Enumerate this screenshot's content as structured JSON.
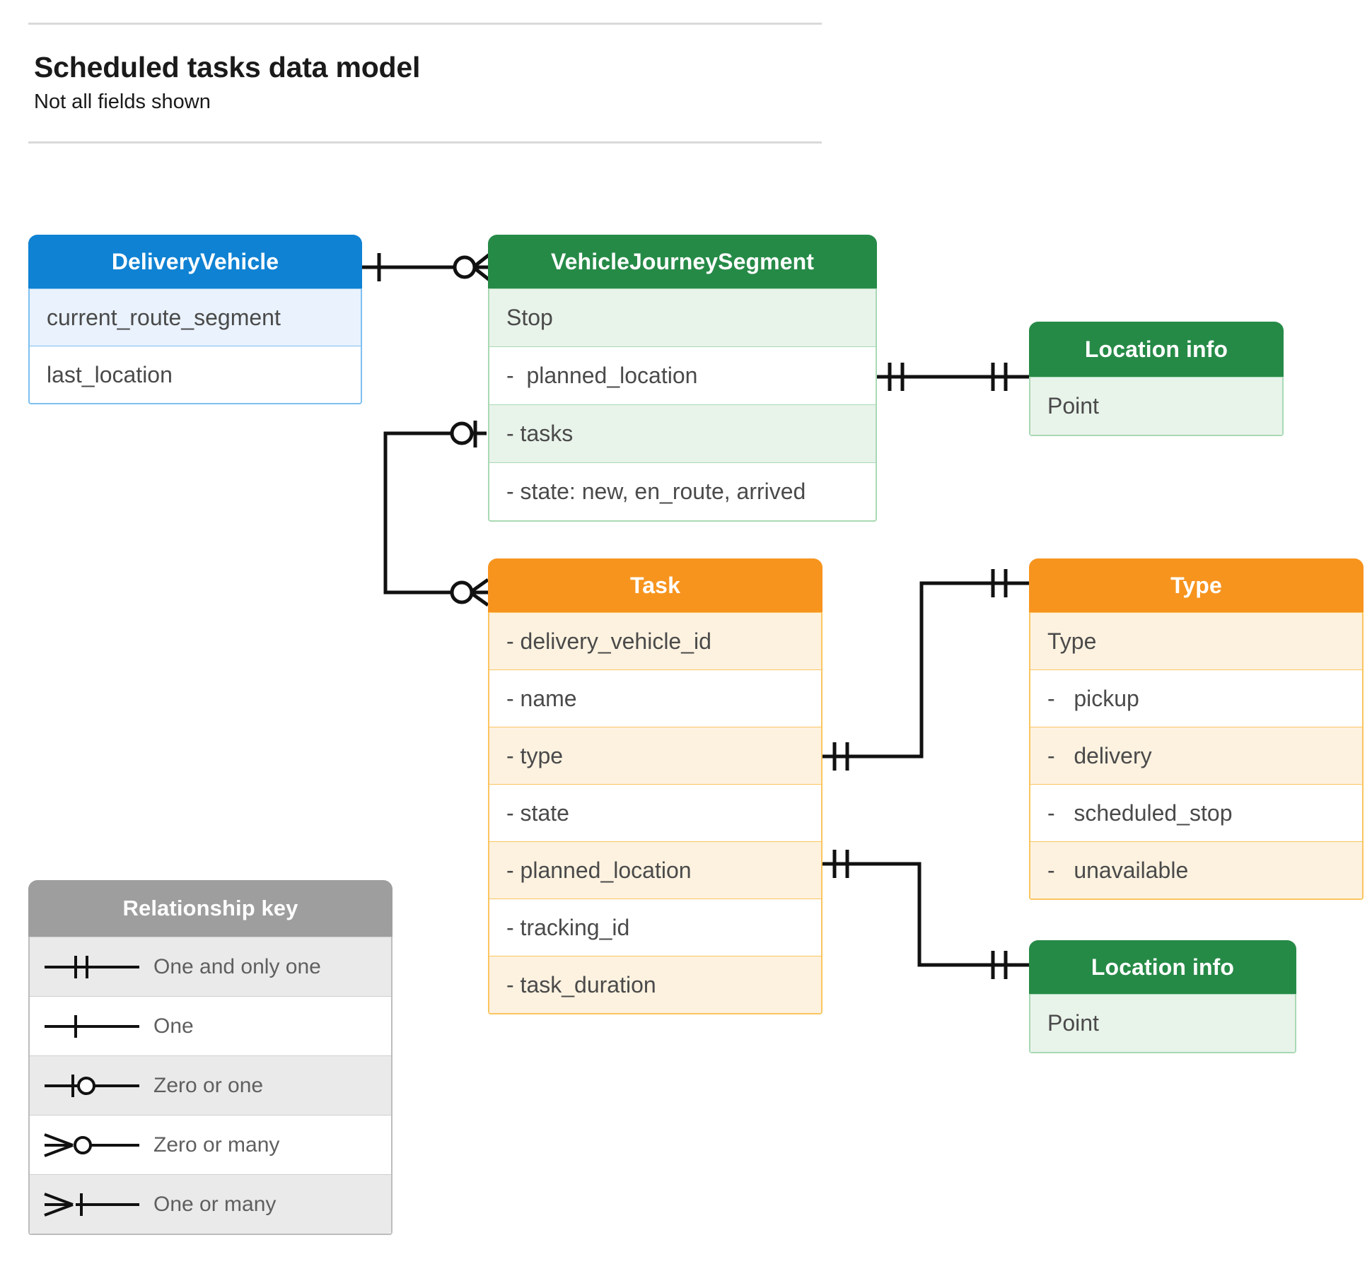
{
  "header": {
    "title": "Scheduled tasks data model",
    "subtitle": "Not all fields shown"
  },
  "colors": {
    "blue_header": "#0f82d3",
    "blue_row": "#e9f2fd",
    "blue_border": "#7ec0f0",
    "green_header": "#268a47",
    "green_row": "#e8f3ea",
    "green_border": "#a8d9b4",
    "orange_header": "#f7941e",
    "orange_row": "#fdf2e0",
    "orange_border": "#fbc55f",
    "grey_header": "#9e9e9e",
    "grey_row": "#eaeaea",
    "text": "#4a4a4a",
    "line": "#000000"
  },
  "entities": {
    "delivery_vehicle": {
      "title": "DeliveryVehicle",
      "rows": [
        "current_route_segment",
        "last_location"
      ]
    },
    "vehicle_journey_segment": {
      "title": "VehicleJourneySegment",
      "rows": [
        "Stop",
        "-  planned_location",
        "- tasks",
        "- state: new, en_route, arrived"
      ]
    },
    "location_info_top": {
      "title": "Location info",
      "rows": [
        "Point"
      ]
    },
    "location_info_bottom": {
      "title": "Location info",
      "rows": [
        "Point"
      ]
    },
    "task": {
      "title": "Task",
      "rows": [
        "- delivery_vehicle_id",
        "- name",
        "- type",
        "- state",
        "- planned_location",
        "- tracking_id",
        "- task_duration"
      ]
    },
    "type": {
      "title": "Type",
      "rows": [
        "Type",
        "-   pickup",
        "-   delivery",
        "-   scheduled_stop",
        "-   unavailable"
      ]
    }
  },
  "legend": {
    "title": "Relationship key",
    "items": [
      {
        "symbol": "one-and-only-one",
        "label": "One and only one"
      },
      {
        "symbol": "one",
        "label": "One"
      },
      {
        "symbol": "zero-or-one",
        "label": "Zero or one"
      },
      {
        "symbol": "zero-or-many",
        "label": "Zero or many"
      },
      {
        "symbol": "one-or-many",
        "label": "One or many"
      }
    ]
  },
  "relationships": [
    {
      "name": "deliveryvehicle-to-vehiclejourneysegment",
      "from": "DeliveryVehicle",
      "to": "VehicleJourneySegment",
      "from_cardinality": "One",
      "to_cardinality": "Zero or many"
    },
    {
      "name": "vehiclejourneysegment-plannedlocation-to-locationinfo",
      "from": "VehicleJourneySegment.planned_location",
      "to": "Location info",
      "from_cardinality": "One and only one",
      "to_cardinality": "One and only one"
    },
    {
      "name": "vehiclejourneysegment-tasks-to-task",
      "from": "VehicleJourneySegment.tasks",
      "to": "Task",
      "from_cardinality": "Zero or one",
      "to_cardinality": "Zero or many"
    },
    {
      "name": "task-type-to-type",
      "from": "Task.type",
      "to": "Type",
      "from_cardinality": "One and only one",
      "to_cardinality": "One and only one"
    },
    {
      "name": "task-plannedlocation-to-locationinfo",
      "from": "Task.planned_location",
      "to": "Location info",
      "from_cardinality": "One and only one",
      "to_cardinality": "One and only one"
    }
  ]
}
